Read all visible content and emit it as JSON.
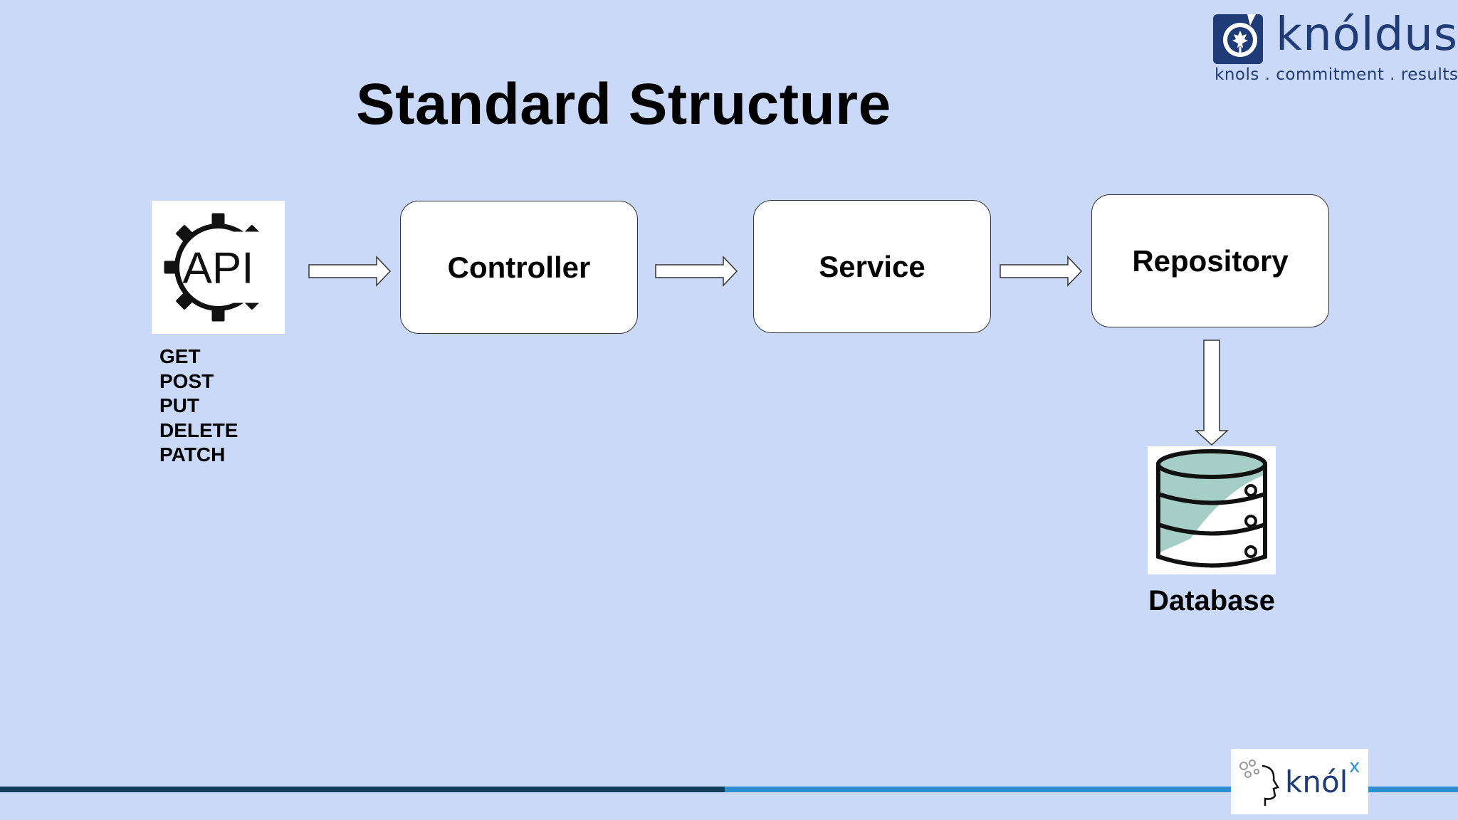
{
  "slide": {
    "title": "Standard Structure"
  },
  "brand": {
    "name": "knóldus",
    "tagline": "knols . commitment . results",
    "badge_text": "knól",
    "badge_superscript": "x"
  },
  "api": {
    "icon_text": "API",
    "methods": [
      "GET",
      "POST",
      "PUT",
      "DELETE",
      "PATCH"
    ]
  },
  "flow": {
    "controller": "Controller",
    "service": "Service",
    "repository": "Repository",
    "database": "Database"
  },
  "colors": {
    "background": "#c9d9f7",
    "brand_navy": "#1f3b78",
    "bar_dark": "#123d5a",
    "bar_light": "#2d8fd0",
    "db_accent": "#a5cfc6"
  }
}
